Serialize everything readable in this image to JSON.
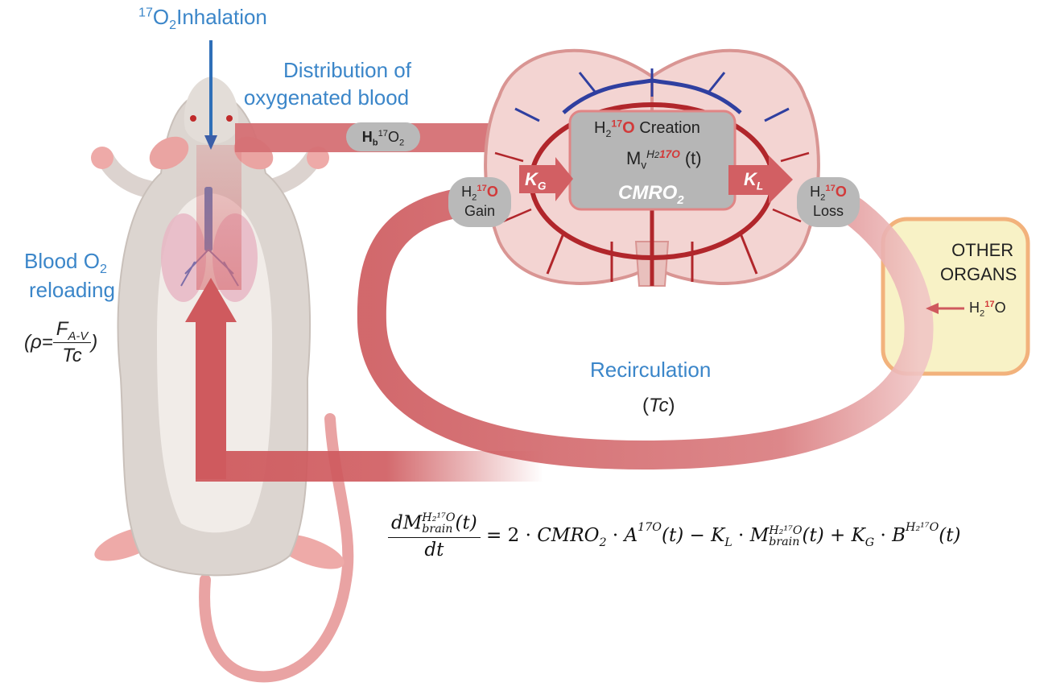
{
  "inhalation": {
    "iso": "17",
    "o2": "O",
    "o2_sub": "2",
    "label": "Inhalation"
  },
  "distribution": {
    "line1": "Distribution of",
    "line2": "oxygenated blood"
  },
  "hb_pill": {
    "h": "H",
    "b": "b",
    "iso": "17",
    "o": "O",
    "sub": "2"
  },
  "reloading": {
    "line1": "Blood O",
    "sub": "2",
    "line2": "reloading",
    "rho": "(ρ=",
    "num": "F",
    "num_sub": "A-V",
    "den": "Tc",
    "close": ")"
  },
  "creation": {
    "h": "H",
    "sub": "2",
    "iso": "17",
    "o": "O",
    "label": " Creation",
    "m": "M",
    "m_sub": "v",
    "m_sup_h": "H",
    "m_sup_sub": "2",
    "m_sup_iso": "17",
    "m_sup_o": "O",
    "t": "(t)",
    "cmro": "CMRO",
    "cmro_sub": "2"
  },
  "kg": {
    "k": "K",
    "sub": "G"
  },
  "kl": {
    "k": "K",
    "sub": "L"
  },
  "gain": {
    "h": "H",
    "sub": "2",
    "iso": "17",
    "o": "O",
    "label": "Gain"
  },
  "loss": {
    "h": "H",
    "sub": "2",
    "iso": "17",
    "o": "O",
    "label": "Loss"
  },
  "organs": {
    "line1": "OTHER",
    "line2": "ORGANS",
    "h": "H",
    "sub": "2",
    "iso": "17",
    "o": "O"
  },
  "recirculation": {
    "label": "Recirculation",
    "tc_open": "(",
    "tc": "Tc",
    "tc_close": ")"
  },
  "equation": {
    "num": "dM",
    "num_sup": "H₂¹⁷O",
    "num_sub": "brain",
    "num_t": "(t)",
    "den": "dt",
    "eq": " = 2 · ",
    "cmro": "CMRO",
    "cmro_sub": "2",
    "dot1": " · ",
    "a": "A",
    "a_sup": "17O",
    "a_t": "(t) − ",
    "kl": "K",
    "kl_sub": "L",
    "dot2": " · ",
    "m": "M",
    "m_sup": "H₂¹⁷O",
    "m_sub": "brain",
    "m_t": "(t) + ",
    "kg": "K",
    "kg_sub": "G",
    "dot3": " · ",
    "b": "B",
    "b_sup": "H₂¹⁷O",
    "b_t": "(t)"
  }
}
